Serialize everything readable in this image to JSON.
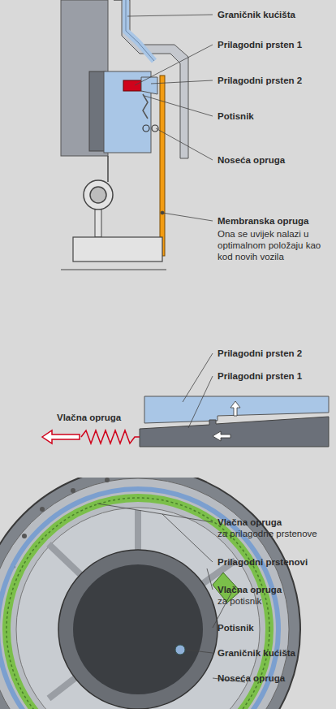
{
  "diagram": {
    "labels": [
      "Graničnik kućišta",
      "Prilagodni prsten 1",
      "Prilagodni prsten 2",
      "Potisnik",
      "Noseća opruga",
      "Membranska opruga",
      "Ona se uvijek nalazi u optimalnom položaju kao kod novih vozila",
      "Prilagodni prsten 2",
      "Prilagodni prsten 1",
      "Vlačna opruga",
      "Vlačna opruga",
      "za prilagodne prstenove",
      "Prilagodni prstenovi",
      "Vlačna opruga",
      "za potisnik",
      "Potisnik",
      "Graničnik kućišta",
      "Noseća opruga"
    ]
  }
}
